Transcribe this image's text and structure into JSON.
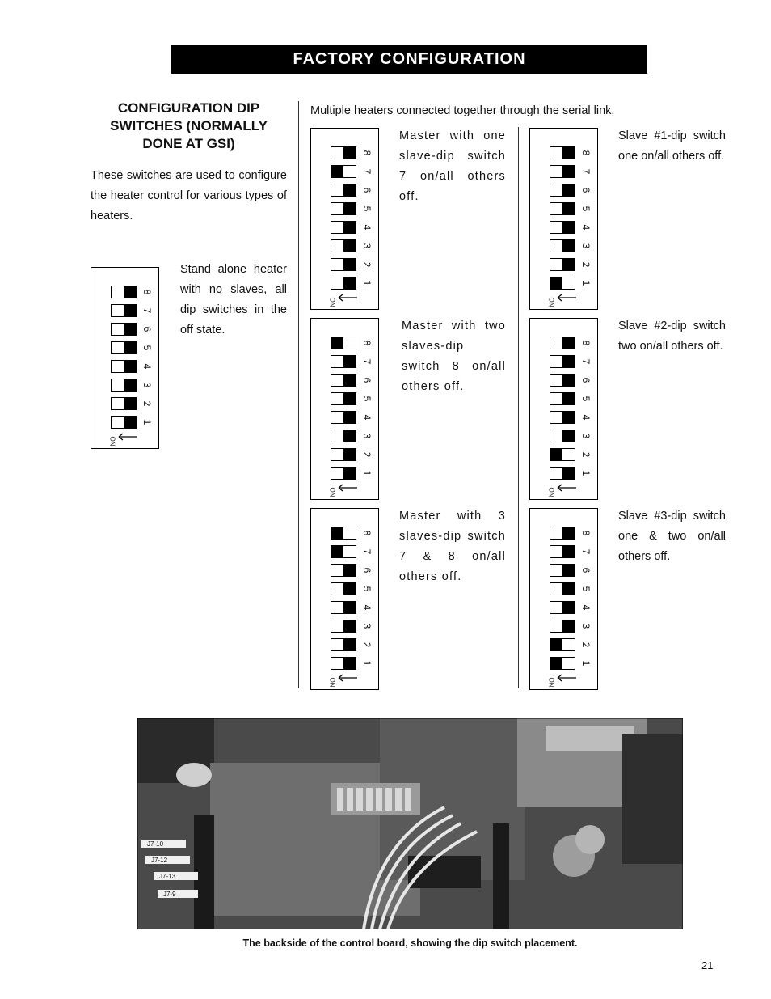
{
  "banner": "FACTORY CONFIGURATION",
  "section_title": "CONFIGURATION DIP SWITCHES (NORMALLY DONE AT GSI)",
  "intro": "These switches are used to configure the heater control for various types of heaters.",
  "multi_heaters": "Multiple heaters connected together through the serial link.",
  "switch_numbers": [
    "8",
    "7",
    "6",
    "5",
    "4",
    "3",
    "2",
    "1"
  ],
  "on_label": "ON",
  "configs": [
    {
      "id": "standalone",
      "desc": "Stand alone heater with no slaves, all dip switches in the off state.",
      "on": []
    },
    {
      "id": "master-one",
      "desc": "Master with one slave-dip switch 7 on/all others off.",
      "on": [
        7
      ]
    },
    {
      "id": "slave-1",
      "desc": "Slave #1-dip switch one on/all others off.",
      "on": [
        1
      ]
    },
    {
      "id": "master-two",
      "desc": "Master with two slaves-dip switch 8 on/all others off.",
      "on": [
        8
      ]
    },
    {
      "id": "slave-2",
      "desc": "Slave #2-dip switch two on/all others off.",
      "on": [
        2
      ]
    },
    {
      "id": "master-three",
      "desc": "Master with 3 slaves-dip switch 7 & 8 on/all others off.",
      "on": [
        7,
        8
      ]
    },
    {
      "id": "slave-3",
      "desc": "Slave #3-dip switch one & two on/all others off.",
      "on": [
        1,
        2
      ]
    }
  ],
  "photo_caption": "The backside of the control board, showing the dip switch placement.",
  "photo_labels": [
    "J7-10",
    "J7-12",
    "J7-13",
    "J7-9"
  ],
  "page_number": "21"
}
